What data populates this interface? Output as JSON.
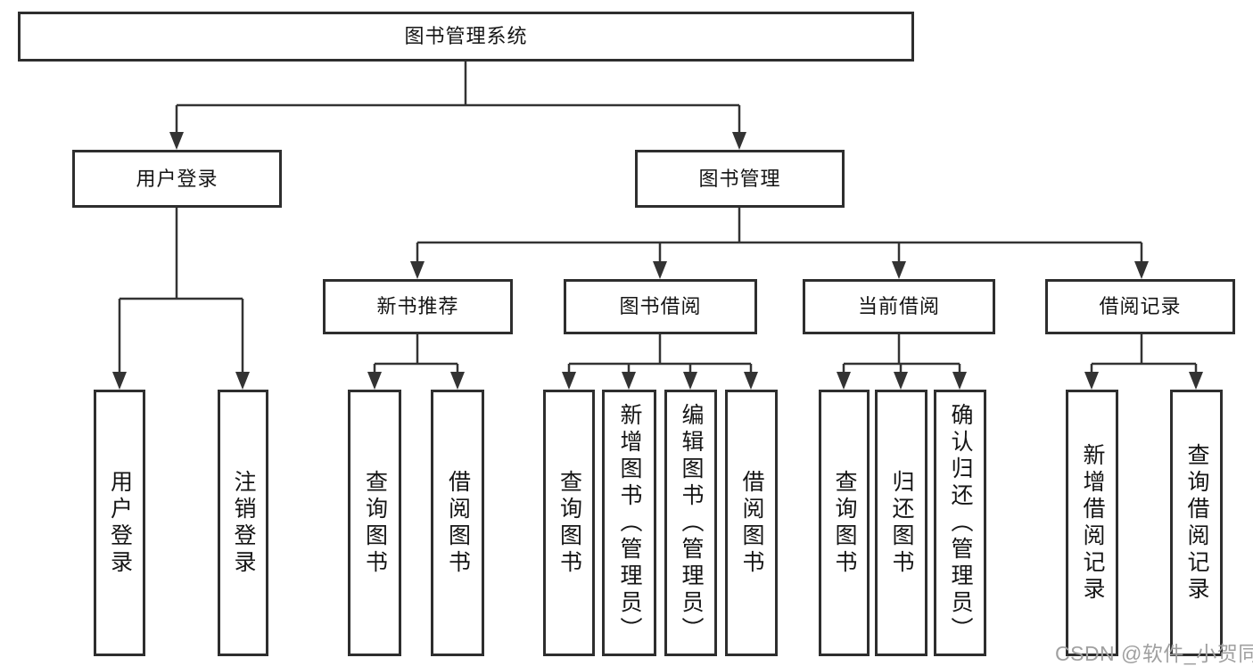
{
  "diagram_type": "functional-structure-tree",
  "colors": {
    "line": "#333333",
    "box_border": "#2e2e2e",
    "text": "#151515",
    "watermark": "#a0a0a0",
    "background": "#ffffff"
  },
  "tree": {
    "root": {
      "label": "图书管理系统",
      "children": [
        {
          "label": "用户登录",
          "children": [
            {
              "label": "用户登录"
            },
            {
              "label": "注销登录"
            }
          ]
        },
        {
          "label": "图书管理",
          "children": [
            {
              "label": "新书推荐",
              "children": [
                {
                  "label": "查询图书"
                },
                {
                  "label": "借阅图书"
                }
              ]
            },
            {
              "label": "图书借阅",
              "children": [
                {
                  "label": "查询图书"
                },
                {
                  "label": "新增图书（管理员）"
                },
                {
                  "label": "编辑图书（管理员）"
                },
                {
                  "label": "借阅图书"
                }
              ]
            },
            {
              "label": "当前借阅",
              "children": [
                {
                  "label": "查询图书"
                },
                {
                  "label": "归还图书"
                },
                {
                  "label": "确认归还（管理员）"
                }
              ]
            },
            {
              "label": "借阅记录",
              "children": [
                {
                  "label": "新增借阅记录"
                },
                {
                  "label": "查询借阅记录"
                }
              ]
            }
          ]
        }
      ]
    }
  },
  "watermark": {
    "text": "CSDN @软件_小贺同学"
  }
}
